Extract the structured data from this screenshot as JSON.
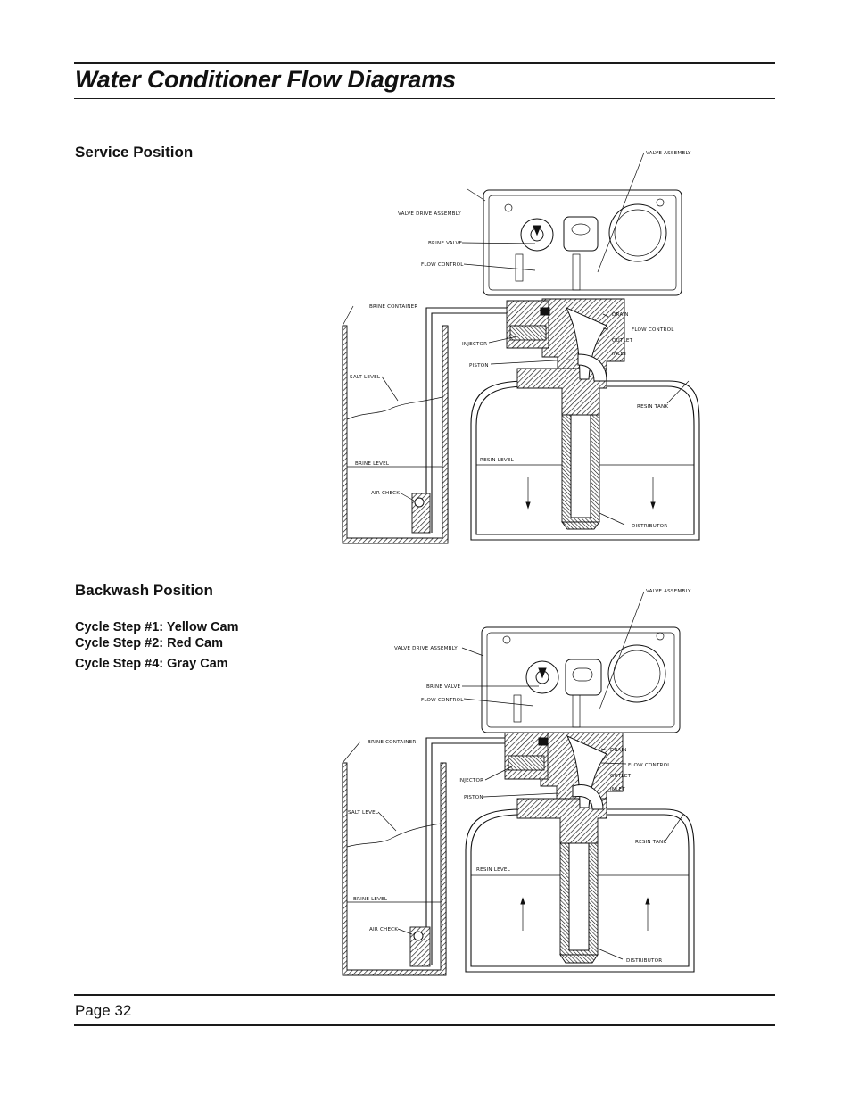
{
  "page_title": "Water Conditioner Flow Diagrams",
  "page_number": "Page 32",
  "sections": [
    {
      "heading": "Service Position",
      "cycle_steps": [],
      "labels": {
        "valve_assembly": "VALVE ASSEMBLY",
        "valve_drive_assembly": "VALVE DRIVE ASSEMBLY",
        "brine_valve": "BRINE VALVE",
        "flow_control_left": "FLOW CONTROL",
        "brine_container": "BRINE CONTAINER",
        "drain": "DRAIN",
        "flow_control_right": "FLOW CONTROL",
        "outlet": "OUTLET",
        "injector": "INJECTOR",
        "inlet": "INLET",
        "piston": "PISTON",
        "salt_level": "SALT LEVEL",
        "resin_tank": "RESIN TANK",
        "brine_level": "BRINE LEVEL",
        "resin_level": "RESIN LEVEL",
        "air_check": "AIR CHECK",
        "distributor": "DISTRIBUTOR"
      }
    },
    {
      "heading": "Backwash Position",
      "cycle_steps": [
        "Cycle Step #1: Yellow Cam",
        "Cycle Step #2: Red Cam",
        "Cycle Step #4: Gray Cam"
      ],
      "labels": {
        "valve_assembly": "VALVE ASSEMBLY",
        "valve_drive_assembly": "VALVE DRIVE ASSEMBLY",
        "brine_valve": "BRINE VALVE",
        "flow_control_left": "FLOW CONTROL",
        "brine_container": "BRINE CONTAINER",
        "drain": "DRAIN",
        "flow_control_right": "FLOW CONTROL",
        "outlet": "OUTLET",
        "injector": "INJECTOR",
        "inlet": "INLET",
        "piston": "PISTON",
        "salt_level": "SALT LEVEL",
        "resin_tank": "RESIN TANK",
        "brine_level": "BRINE LEVEL",
        "resin_level": "RESIN LEVEL",
        "air_check": "AIR CHECK",
        "distributor": "DISTRIBUTOR"
      }
    }
  ]
}
